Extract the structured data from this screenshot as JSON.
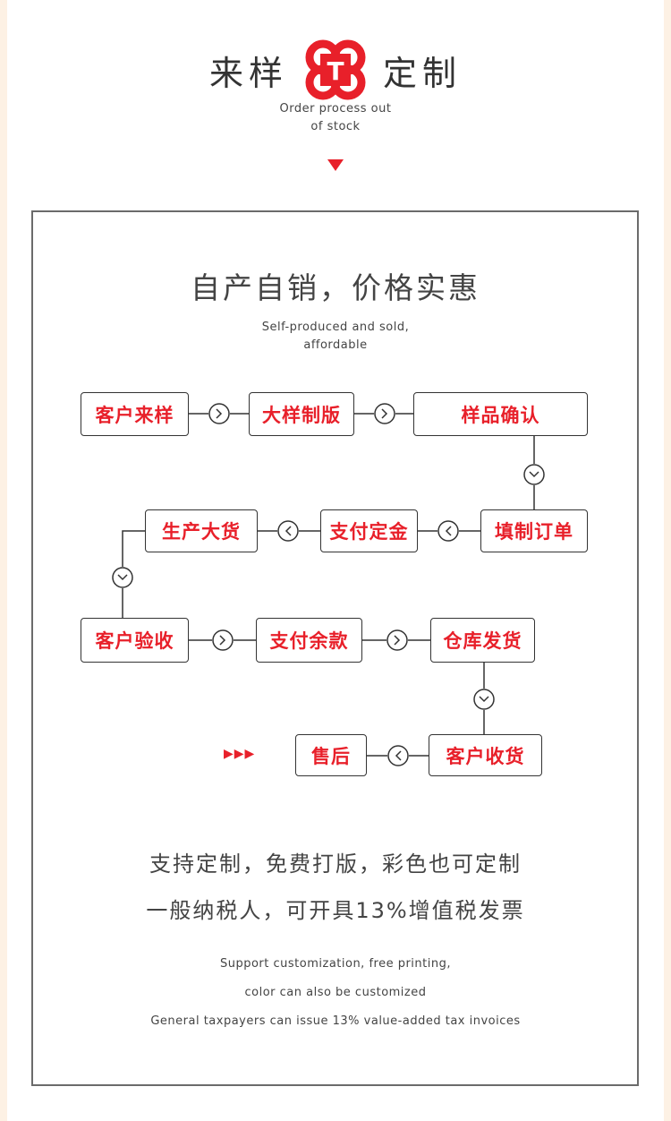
{
  "header": {
    "title_left": "来样",
    "title_right": "定制",
    "logo_letter": "T",
    "subtitle_line1": "Order process out",
    "subtitle_line2": "of stock"
  },
  "section": {
    "title": "自产自销，价格实惠",
    "subtitle_line1": "Self-produced and sold,",
    "subtitle_line2": "affordable"
  },
  "steps": [
    {
      "label": "客户来样"
    },
    {
      "label": "大样制版"
    },
    {
      "label": "样品确认"
    },
    {
      "label": "填制订单"
    },
    {
      "label": "支付定金"
    },
    {
      "label": "生产大货"
    },
    {
      "label": "客户验收"
    },
    {
      "label": "支付余款"
    },
    {
      "label": "仓库发货"
    },
    {
      "label": "客户收货"
    },
    {
      "label": "售后"
    }
  ],
  "arrow_glyphs": "▶▶▶",
  "footer": {
    "cn_line1": "支持定制，免费打版，彩色也可定制",
    "cn_line2": "一般纳税人，可开具13%增值税发票",
    "en_line1": "Support customization, free printing,",
    "en_line2": "color can also be customized",
    "en_line3": "General taxpayers can issue 13% value-added tax invoices"
  },
  "colors": {
    "accent": "#e8202a",
    "border": "#6b6b6b",
    "text": "#444444",
    "side_strip": "#fdf1e4"
  }
}
